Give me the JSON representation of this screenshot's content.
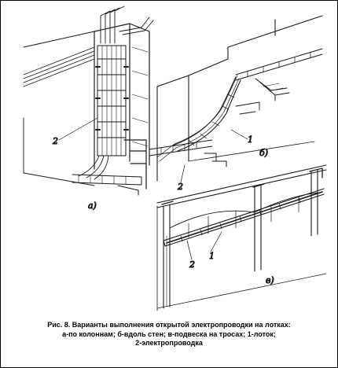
{
  "figure": {
    "labels": {
      "a": "а)",
      "b": "б)",
      "v": "в)",
      "wire_a": "2",
      "tray_b": "1",
      "wire_b": "2",
      "tray_v": "1",
      "wire_v": "2"
    },
    "caption": {
      "line1": "Рис. 8. Варианты выполнения открытой электропроводки на лотках:",
      "line2": "а-по колоннам; б-вдоль стен; в-подвеска на тросах; 1-лоток;",
      "line3": "2-электропроводка"
    }
  }
}
